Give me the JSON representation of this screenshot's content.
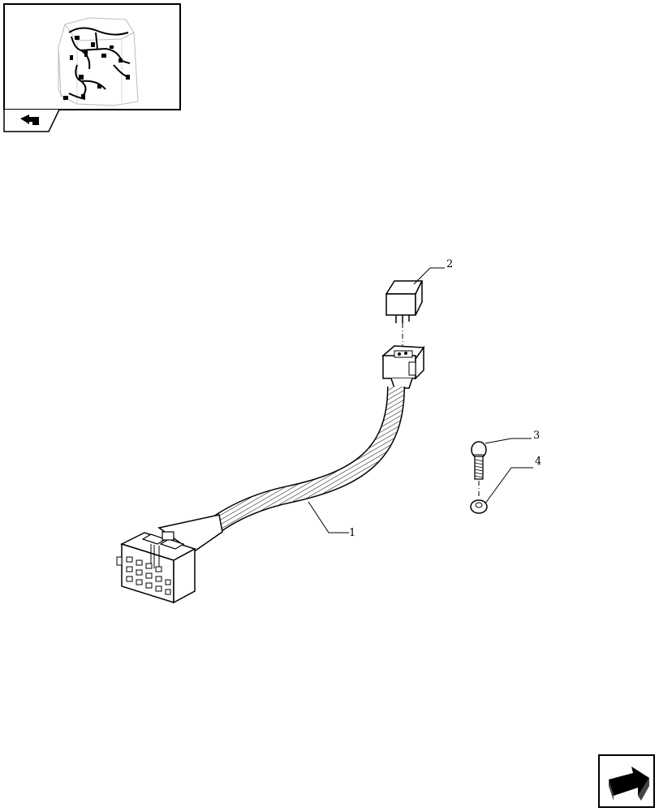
{
  "callouts": [
    {
      "id": "1",
      "part": "wiring-harness"
    },
    {
      "id": "2",
      "part": "relay"
    },
    {
      "id": "3",
      "part": "bolt"
    },
    {
      "id": "4",
      "part": "nut"
    }
  ],
  "nav": {
    "prev_icon": "back-arrow-icon",
    "next_icon": "forward-arrow-icon"
  },
  "colors": {
    "line": "#000000",
    "background": "#ffffff"
  }
}
